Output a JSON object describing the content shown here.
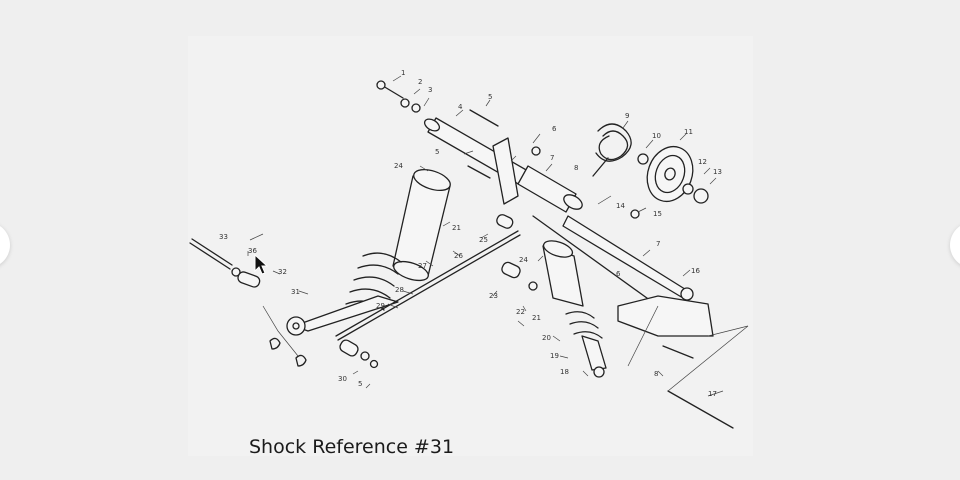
{
  "caption": "Shock Reference #31",
  "nav": {
    "prev_icon": "chevron-left-icon",
    "next_icon": "chevron-right-icon"
  },
  "callouts": [
    "1",
    "2",
    "3",
    "4",
    "5",
    "6",
    "7",
    "8",
    "9",
    "10",
    "11",
    "12",
    "13",
    "14",
    "15",
    "16",
    "17",
    "18",
    "19",
    "20",
    "21",
    "22",
    "23",
    "24",
    "25",
    "26",
    "27",
    "28",
    "29",
    "30",
    "31",
    "32",
    "33",
    "36",
    "5",
    "7",
    "6",
    "24",
    "21",
    "25",
    "23",
    "22",
    "21",
    "20",
    "6",
    "8",
    "5"
  ]
}
